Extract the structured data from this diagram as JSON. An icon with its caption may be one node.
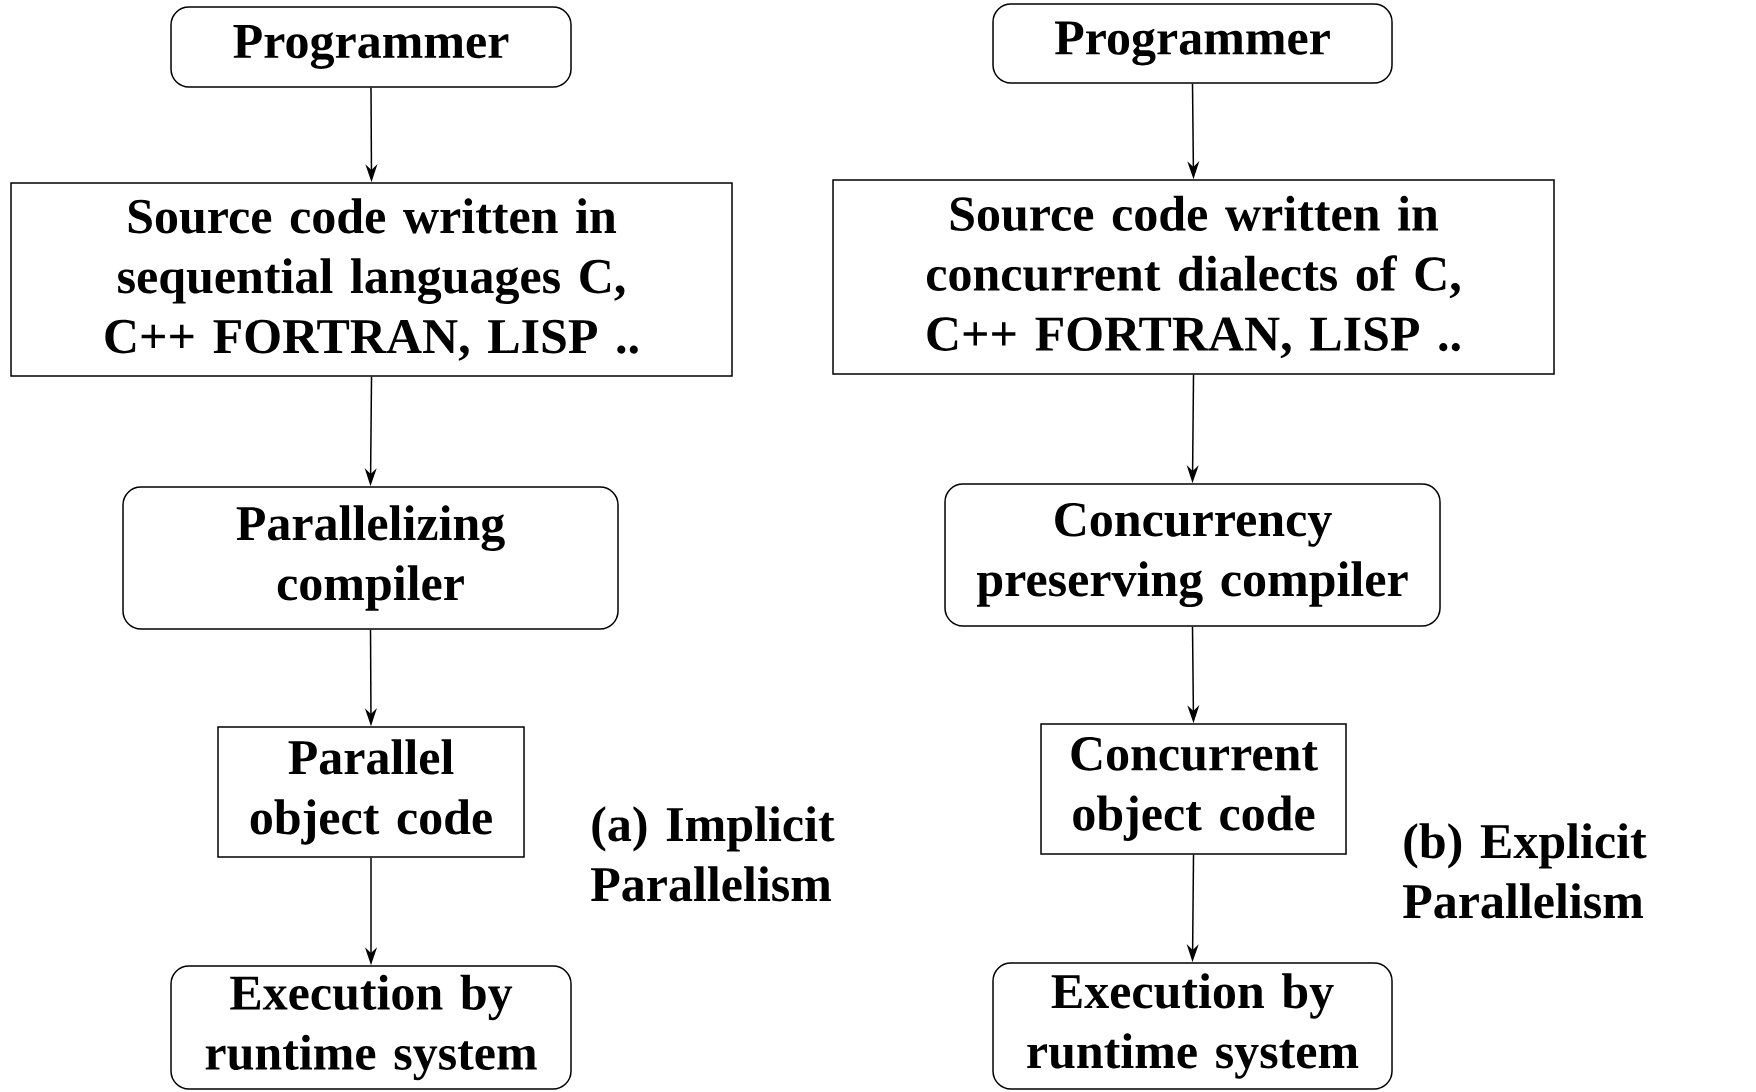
{
  "diagram": {
    "nodes": [
      {
        "text": [
          "Programmer"
        ]
      },
      {
        "text": [
          "Source code written in sequential languages C, C++ FORTRAN, LISP .."
        ]
      },
      {
        "text": [
          "Parallelizing compiler"
        ]
      },
      {
        "text": [
          "Parallel object code"
        ]
      },
      {
        "text": [
          "Execution by runtime system"
        ]
      },
      {
        "text": [
          "Programmer"
        ]
      },
      {
        "text": [
          "Source code written in concurrent dialects of C, C++ FORTRAN, LISP .."
        ]
      },
      {
        "text": [
          "Concurrency preserving compiler"
        ]
      },
      {
        "text": [
          "Concurrent object code"
        ]
      },
      {
        "text": [
          "Execution by runtime system"
        ]
      }
    ],
    "edges": [
      {
        "from": 0,
        "to": 1,
        "arrow": "to"
      },
      {
        "from": 1,
        "to": 2,
        "arrow": "to"
      },
      {
        "from": 2,
        "to": 3,
        "arrow": "to"
      },
      {
        "from": 3,
        "to": 4,
        "arrow": "to"
      },
      {
        "from": 5,
        "to": 6,
        "arrow": "to"
      },
      {
        "from": 6,
        "to": 7,
        "arrow": "to"
      },
      {
        "from": 7,
        "to": 8,
        "arrow": "to"
      },
      {
        "from": 8,
        "to": 9,
        "arrow": "to"
      }
    ],
    "labels": [
      "(a)  Implicit Parallelism",
      "(b) Explicit Parallelism"
    ]
  }
}
